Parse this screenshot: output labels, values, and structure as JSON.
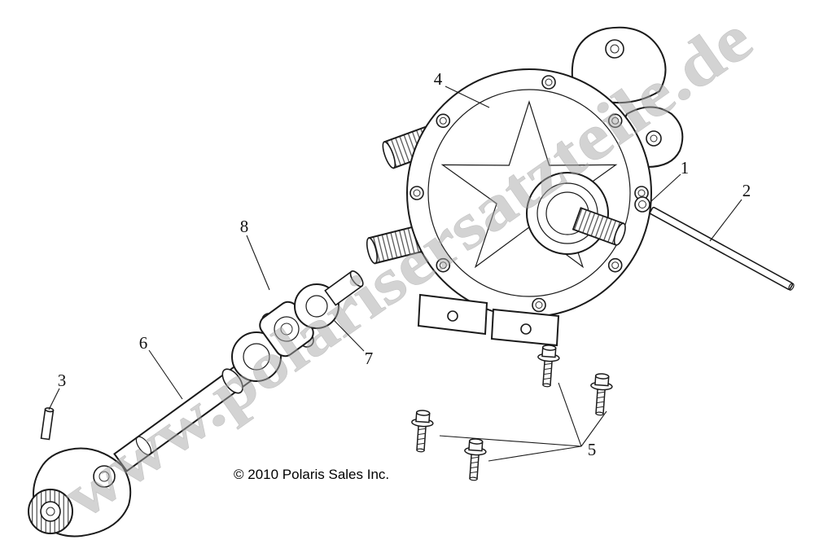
{
  "page": {
    "background_color": "#ffffff",
    "line_color": "#1a1a1a",
    "watermark": "www.polarisersatzteile.de",
    "watermark_color": "#a8a8a8",
    "copyright": "© 2010 Polaris Sales Inc."
  },
  "diagram": {
    "type": "exploded-parts-diagram",
    "callouts": [
      {
        "label": "1"
      },
      {
        "label": "2"
      },
      {
        "label": "3"
      },
      {
        "label": "4"
      },
      {
        "label": "5"
      },
      {
        "label": "6"
      },
      {
        "label": "7"
      },
      {
        "label": "8"
      }
    ]
  }
}
